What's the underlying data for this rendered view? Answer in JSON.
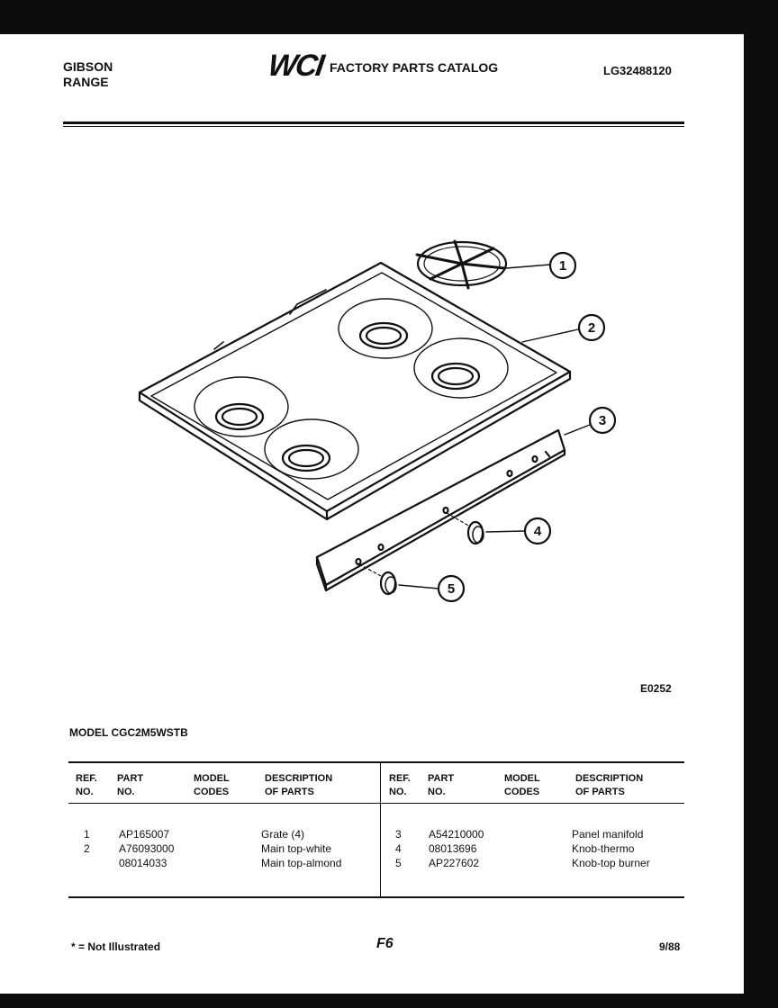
{
  "header": {
    "brand_line1": "GIBSON",
    "brand_line2": "RANGE",
    "logo": "WCI",
    "title": "FACTORY PARTS CATALOG",
    "catalog_code": "LG32488120"
  },
  "diagram": {
    "callouts": [
      "1",
      "2",
      "3",
      "4",
      "5"
    ],
    "code": "E0252"
  },
  "model": "MODEL CGC2M5WSTB",
  "table": {
    "headers": {
      "ref": "REF.\nNO.",
      "part": "PART\nNO.",
      "codes": "MODEL\nCODES",
      "desc": "DESCRIPTION\nOF PARTS"
    },
    "left_rows": [
      {
        "ref": "1",
        "part": "AP165007",
        "desc": "Grate (4)"
      },
      {
        "ref": "2",
        "part": "A76093000",
        "desc": "Main top-white"
      },
      {
        "ref": "",
        "part": "08014033",
        "desc": "Main top-almond"
      }
    ],
    "right_rows": [
      {
        "ref": "3",
        "part": "A54210000",
        "desc": "Panel manifold"
      },
      {
        "ref": "4",
        "part": "08013696",
        "desc": "Knob-thermo"
      },
      {
        "ref": "5",
        "part": "AP227602",
        "desc": "Knob-top burner"
      }
    ]
  },
  "footer": {
    "note": "* = Not Illustrated",
    "page": "F6",
    "date": "9/88"
  }
}
